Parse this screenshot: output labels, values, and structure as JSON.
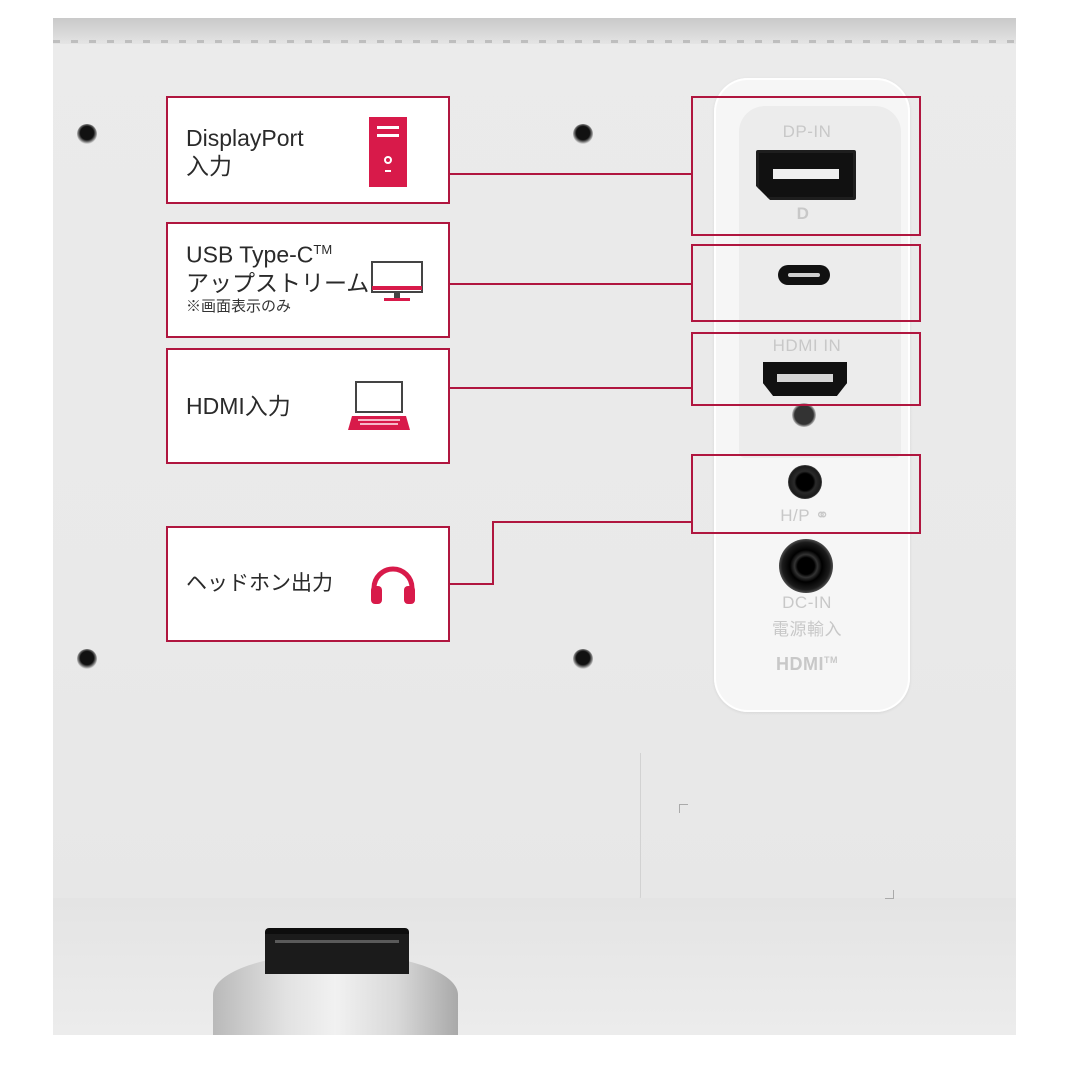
{
  "colors": {
    "accent": "#b0163f",
    "panel": "#f6f6f6",
    "chassis": "#e9e9e9"
  },
  "callouts": {
    "displayport": {
      "line1": "DisplayPort",
      "line2": "入力",
      "icon": "desktop-tower-icon"
    },
    "usbc": {
      "line1": "USB Type-C",
      "line1_sup": "TM",
      "line2": "アップストリーム",
      "note": "※画面表示のみ",
      "icon": "monitor-icon"
    },
    "hdmi": {
      "label": "HDMI入力",
      "icon": "laptop-icon"
    },
    "headphone": {
      "label": "ヘッドホン出力",
      "icon": "headphones-icon"
    }
  },
  "ports": {
    "dp_label": "DP-IN",
    "dp_logo": "D",
    "hdmi_label": "HDMI IN",
    "hp_label": "H/P",
    "dc_label": "DC-IN",
    "power_label": "電源輸入",
    "hdmi_logo": "HDMI",
    "hdmi_logo_tm": "TM"
  }
}
